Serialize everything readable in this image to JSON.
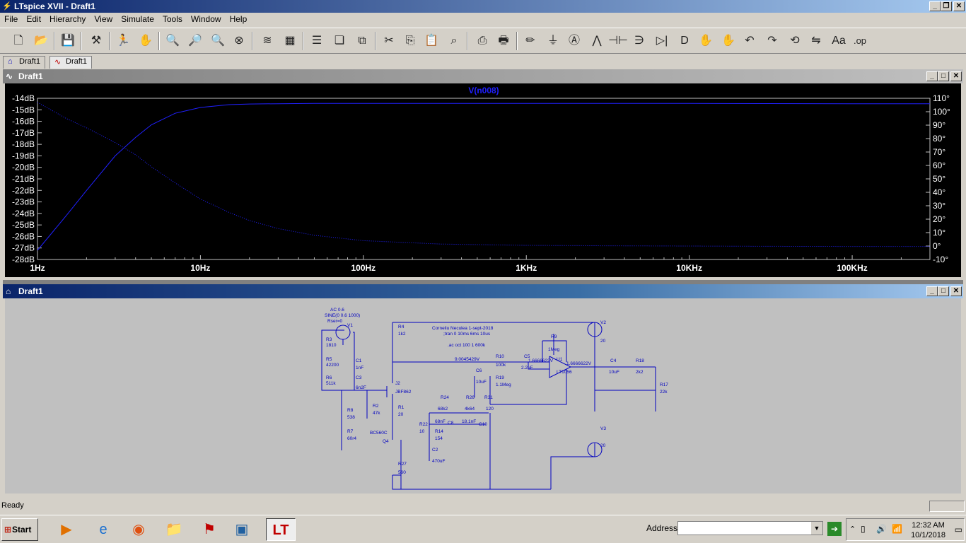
{
  "app": {
    "title": "LTspice XVII - Draft1"
  },
  "menu": [
    "File",
    "Edit",
    "Hierarchy",
    "View",
    "Simulate",
    "Tools",
    "Window",
    "Help"
  ],
  "tabs": [
    {
      "label": "Draft1"
    },
    {
      "label": "Draft1"
    }
  ],
  "plot_window": {
    "title": "Draft1"
  },
  "schematic_window": {
    "title": "Draft1"
  },
  "chart_data": {
    "type": "line",
    "title": "V(n008)",
    "xscale": "log",
    "x_ticks": [
      "1Hz",
      "10Hz",
      "100Hz",
      "1KHz",
      "10KHz",
      "100KHz"
    ],
    "y_left_ticks": [
      "-14dB",
      "-15dB",
      "-16dB",
      "-17dB",
      "-18dB",
      "-19dB",
      "-20dB",
      "-21dB",
      "-22dB",
      "-23dB",
      "-24dB",
      "-25dB",
      "-26dB",
      "-27dB",
      "-28dB"
    ],
    "y_right_ticks": [
      "110°",
      "100°",
      "90°",
      "80°",
      "70°",
      "60°",
      "50°",
      "40°",
      "30°",
      "20°",
      "10°",
      "0°",
      "-10°"
    ],
    "ylim_db": [
      -28,
      -14
    ],
    "ylim_phase": [
      -10,
      110
    ],
    "series": [
      {
        "name": "magnitude",
        "color": "#2020ff",
        "style": "solid",
        "x": [
          1,
          1.5,
          2,
          3,
          4,
          5,
          7,
          10,
          15,
          20,
          30,
          50,
          100,
          300,
          1000,
          3000,
          10000,
          30000,
          100000,
          300000
        ],
        "y": [
          -27.2,
          -24.2,
          -22.0,
          -19.0,
          -17.4,
          -16.3,
          -15.3,
          -14.8,
          -14.55,
          -14.5,
          -14.47,
          -14.45,
          -14.44,
          -14.44,
          -14.44,
          -14.44,
          -14.45,
          -14.46,
          -14.47,
          -14.48
        ]
      },
      {
        "name": "phase",
        "color": "#2020ff",
        "style": "dotted",
        "x": [
          1,
          1.5,
          2,
          3,
          4,
          5,
          7,
          10,
          15,
          20,
          30,
          50,
          100,
          300,
          1000,
          3000,
          10000,
          30000,
          100000,
          300000
        ],
        "y": [
          107,
          95,
          88,
          77,
          68,
          59,
          47,
          35,
          25,
          19,
          13,
          8,
          4,
          1.5,
          0.5,
          0.2,
          0,
          -0.2,
          -0.3,
          -0.3
        ]
      }
    ]
  },
  "schematic": {
    "labels": [
      "AC 0.6",
      "SINE(0 0.6 1000)",
      "Rser=0",
      "V1",
      "R3",
      "1810",
      "R5",
      "42200",
      "R6",
      "511k",
      "C1",
      "1nF",
      "C3",
      "6n2F",
      "R8",
      "538",
      "R7",
      "60r4",
      "R2",
      "47k",
      "J2",
      "JBF862",
      "R4",
      "1k2",
      "R1",
      "20",
      "R22",
      "10",
      "R14",
      "154",
      "C8",
      "68nF",
      "C2",
      "470uF",
      "Q4",
      "BC560C",
      "R27",
      "560",
      "Corneliu Neculea 1-sept-2018",
      ";tran 0 10ms 6ms 10us",
      ".ac oct 100 1 600k",
      "R24",
      "68k2",
      "R26",
      "4k64",
      "R31",
      "120",
      "C10",
      "18.1nF",
      "C6",
      "10uF",
      "R19",
      "1.1Meg",
      "R10",
      "100k",
      "C5",
      "2.2uF",
      "R9",
      "1Meg",
      "U1",
      "LT1056",
      "C4",
      "10uF",
      "R18",
      "2k2",
      "R17",
      "22k",
      "V2",
      "20",
      "V3",
      "20",
      "9.0045429V",
      "1.6666622V",
      "1.6666622V"
    ]
  },
  "status": {
    "text": "Ready"
  },
  "taskbar": {
    "start": "Start",
    "address_label": "Address",
    "address_value": "",
    "time": "12:32 AM",
    "date": "10/1/2018"
  }
}
